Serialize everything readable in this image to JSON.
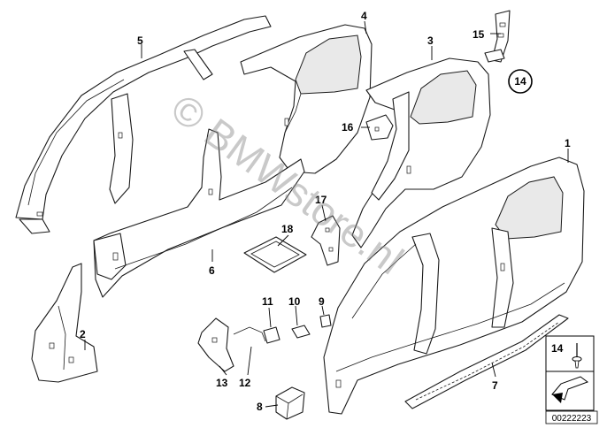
{
  "callouts": {
    "c1": "1",
    "c2": "2",
    "c3": "3",
    "c4": "4",
    "c5": "5",
    "c6": "6",
    "c7": "7",
    "c8": "8",
    "c9": "9",
    "c10": "10",
    "c11": "11",
    "c12": "12",
    "c13": "13",
    "c14": "14",
    "c15": "15",
    "c16": "16",
    "c17": "17",
    "c18": "18",
    "c14_circled": "14",
    "legend_14": "14"
  },
  "watermark": "© BMWstore.nl",
  "diagram_number": "00222223"
}
